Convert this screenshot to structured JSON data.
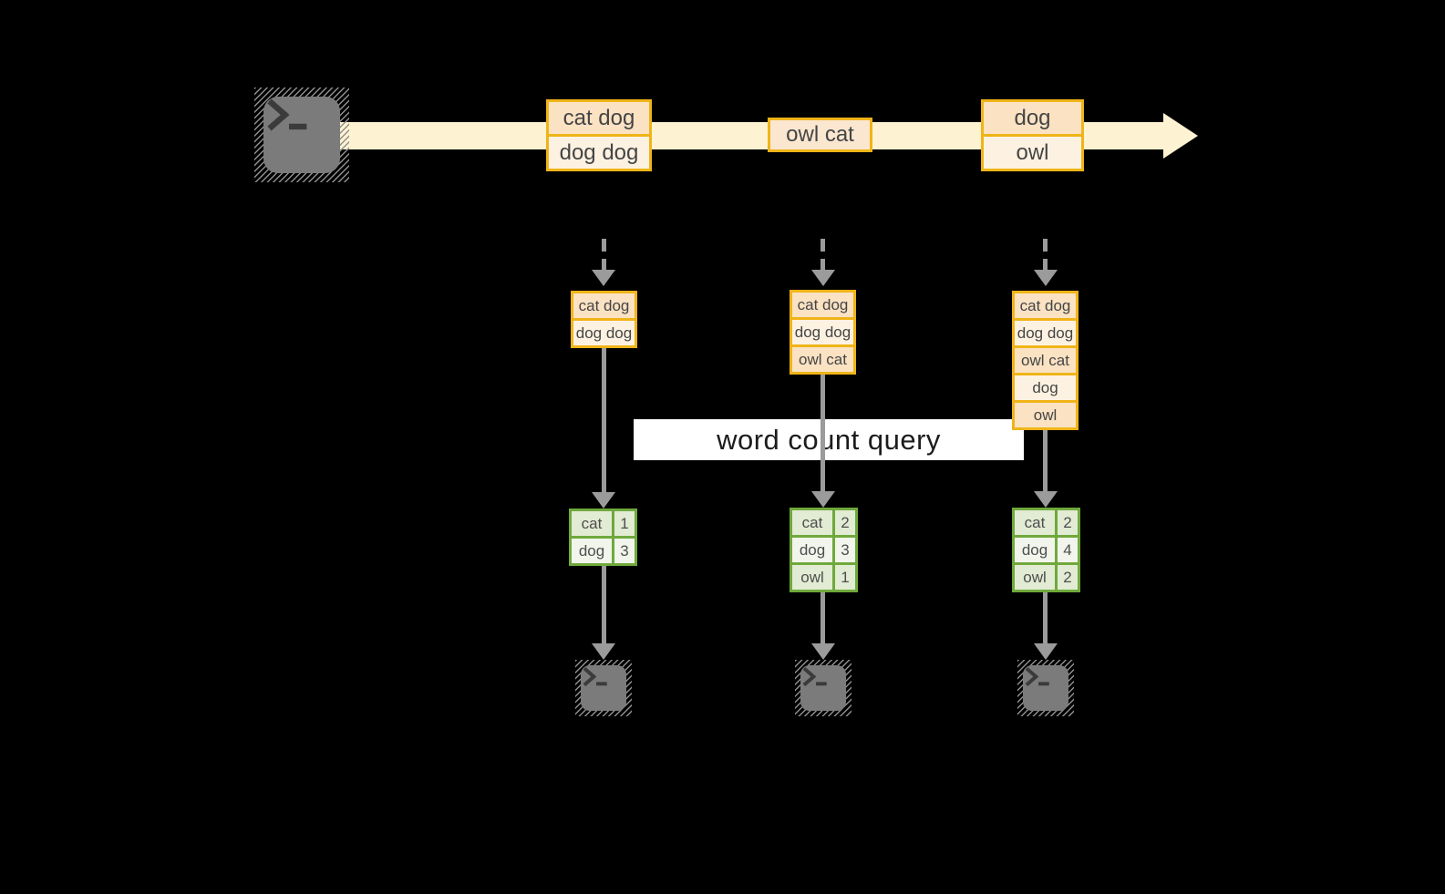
{
  "diagram": {
    "query_label": "word count query",
    "source": {
      "icon": "terminal-icon"
    },
    "stream_batches": [
      {
        "lines": [
          "cat dog",
          "dog dog"
        ]
      },
      {
        "lines": [
          "owl cat"
        ]
      },
      {
        "lines": [
          "dog",
          "owl"
        ]
      }
    ],
    "micro_batches": [
      {
        "input_lines": [
          "cat dog",
          "dog dog"
        ],
        "result_rows": [
          {
            "word": "cat",
            "count": "1"
          },
          {
            "word": "dog",
            "count": "3"
          }
        ]
      },
      {
        "input_lines": [
          "cat dog",
          "dog dog",
          "owl cat"
        ],
        "result_rows": [
          {
            "word": "cat",
            "count": "2"
          },
          {
            "word": "dog",
            "count": "3"
          },
          {
            "word": "owl",
            "count": "1"
          }
        ]
      },
      {
        "input_lines": [
          "cat dog",
          "dog dog",
          "owl cat",
          "dog",
          "owl"
        ],
        "result_rows": [
          {
            "word": "cat",
            "count": "2"
          },
          {
            "word": "dog",
            "count": "4"
          },
          {
            "word": "owl",
            "count": "2"
          }
        ]
      }
    ],
    "sinks": [
      {
        "icon": "terminal-icon"
      },
      {
        "icon": "terminal-icon"
      },
      {
        "icon": "terminal-icon"
      }
    ]
  },
  "colors": {
    "background": "#000000",
    "stream_band": "#fdf3d2",
    "batch_cell_peach": "#fae2c3",
    "batch_cell_cream": "#fdf2e2",
    "batch_border_gold": "#f0b418",
    "result_border_green": "#6fa93c",
    "result_row_green": "#e2ebd3",
    "result_row_white": "#f2f5ec",
    "arrow_gray": "#9b9b9b",
    "terminal_gray": "#7b7b7b",
    "query_bar_background": "#ffffff"
  }
}
